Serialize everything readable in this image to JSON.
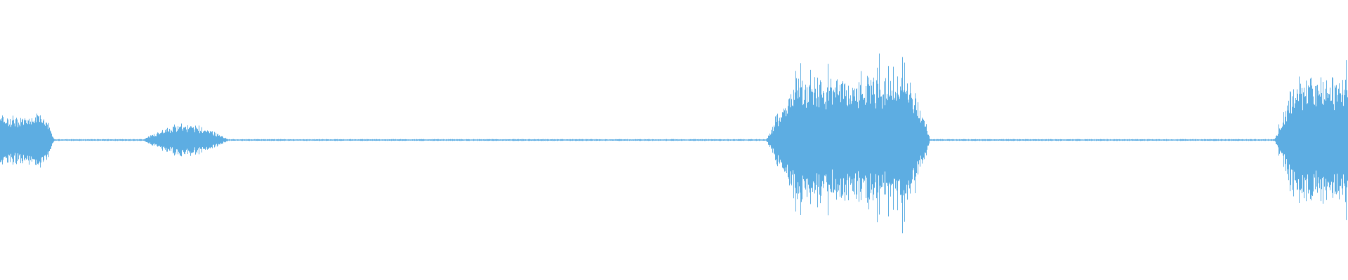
{
  "waveform": {
    "color": "#5dade2",
    "bursts": [
      {
        "start": 0.0,
        "end": 0.04,
        "amp": 0.17,
        "shape": "flat",
        "spikes": 0.35
      },
      {
        "start": 0.105,
        "end": 0.17,
        "amp": 0.11,
        "shape": "bell",
        "spikes": 0.15
      },
      {
        "start": 0.568,
        "end": 0.69,
        "amp": 0.42,
        "shape": "plateau",
        "spikes": 0.55
      },
      {
        "start": 0.945,
        "end": 1.0,
        "amp": 0.42,
        "shape": "rise",
        "spikes": 0.55
      }
    ],
    "noise_floor": 0.006
  }
}
